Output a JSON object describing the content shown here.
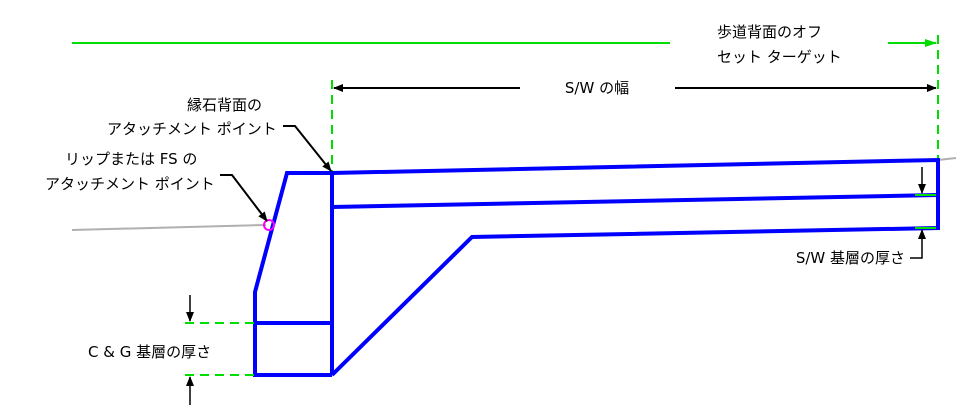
{
  "labels": {
    "offset_target_line1": "歩道背面のオフ",
    "offset_target_line2": "セット ターゲット",
    "sw_width": "S/W の幅",
    "curb_back_line1": "縁石背面の",
    "curb_back_line2": "アタッチメント ポイント",
    "lip_line1": "リップまたは FS の",
    "lip_line2": "アタッチメント ポイント",
    "sw_base_thickness": "S/W 基層の厚さ",
    "cg_base_thickness": "C & G 基層の厚さ"
  },
  "colors": {
    "section": "#0000ff",
    "dimension": "#00dd00",
    "ground": "#b0b0b0",
    "attachment_marker": "#ff00ff",
    "leader": "#000000"
  }
}
